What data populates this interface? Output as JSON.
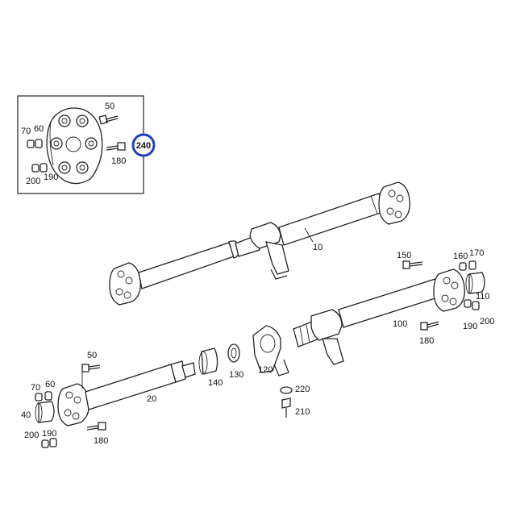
{
  "accent_color": "#1f3fbf",
  "inset": {
    "labels": {
      "p50": "50",
      "p70": "70",
      "p60": "60",
      "p180": "180",
      "p200": "200",
      "p190": "190"
    },
    "callout": "240"
  },
  "upper_shaft": {
    "p10": "10"
  },
  "right_shaft": {
    "p150": "150",
    "p160": "160",
    "p170": "170",
    "p110": "110",
    "p100": "100",
    "p190": "190",
    "p200": "200",
    "p180": "180"
  },
  "lower_shaft": {
    "p50": "50",
    "p70": "70",
    "p60": "60",
    "p40": "40",
    "p20": "20",
    "p200": "200",
    "p190": "190",
    "p180": "180"
  },
  "center_parts": {
    "p140": "140",
    "p130": "130",
    "p120": "120",
    "p220": "220",
    "p210": "210"
  }
}
